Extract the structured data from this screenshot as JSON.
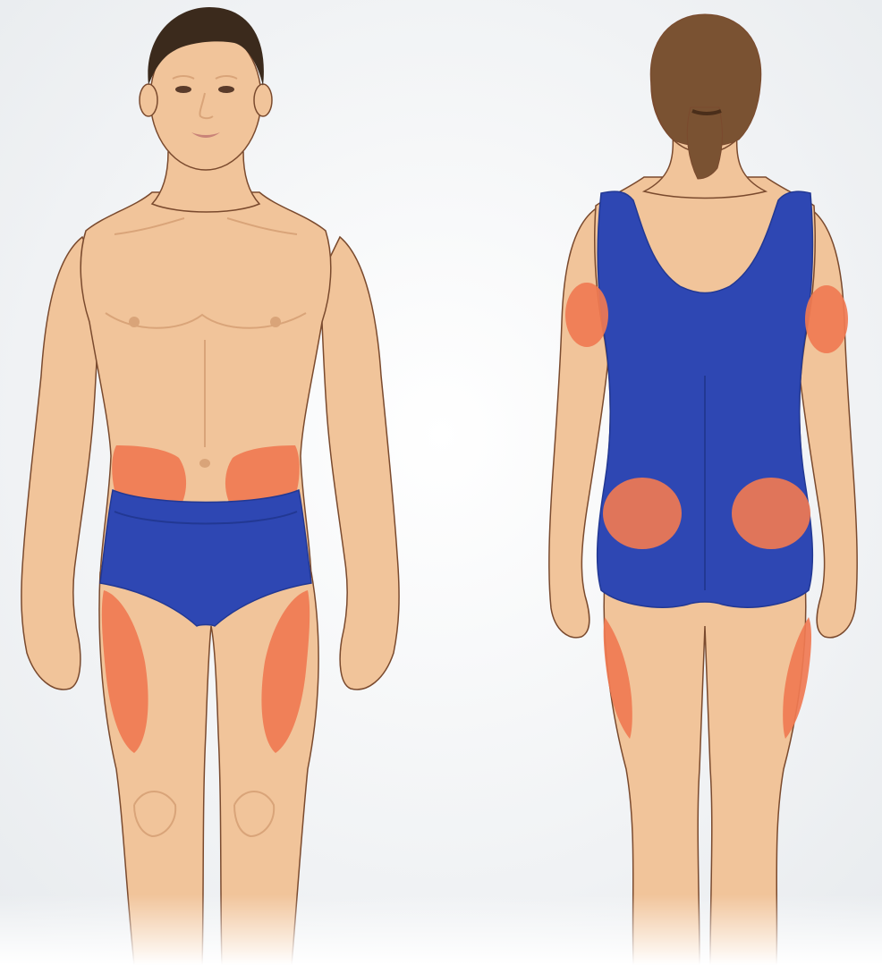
{
  "colors": {
    "background_center": "#ffffff",
    "background_edge": "#e9ecef",
    "skin": "#f1c49a",
    "skin_shadow": "#d9a479",
    "outline": "#7a4a2e",
    "hair_male": "#3b2a1c",
    "hair_female": "#7a5232",
    "garment": "#2e47b3",
    "garment_shadow": "#223893",
    "injection_site": "#f07a52"
  },
  "figures": [
    {
      "view": "front",
      "subject": "male",
      "garment": "briefs",
      "highlighted_sites": [
        "abdomen-left",
        "abdomen-right",
        "thigh-left",
        "thigh-right"
      ]
    },
    {
      "view": "back",
      "subject": "female",
      "garment": "swimsuit",
      "highlighted_sites": [
        "upper-arm-left",
        "upper-arm-right",
        "buttock-left",
        "buttock-right",
        "thigh-left",
        "thigh-right"
      ]
    }
  ]
}
